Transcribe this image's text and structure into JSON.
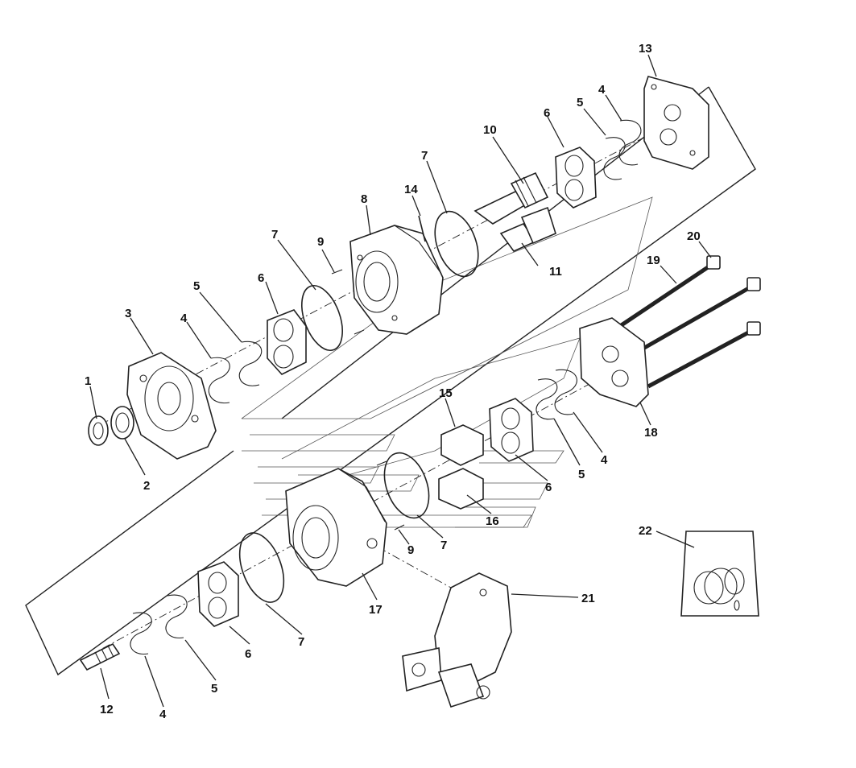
{
  "diagram": {
    "labels": {
      "l1": "1",
      "l2": "2",
      "l3": "3",
      "l4a": "4",
      "l4b": "4",
      "l4c": "4",
      "l5a": "5",
      "l5b": "5",
      "l5c": "5",
      "l5d": "5",
      "l6a": "6",
      "l6b": "6",
      "l6c": "6",
      "l6d": "6",
      "l7a": "7",
      "l7b": "7",
      "l7c": "7",
      "l7d": "7",
      "l8": "8",
      "l9a": "9",
      "l9b": "9",
      "l10": "10",
      "l11": "11",
      "l12": "12",
      "l13": "13",
      "l14": "14",
      "l15": "15",
      "l16": "16",
      "l17": "17",
      "l18": "18",
      "l19": "19",
      "l20": "20",
      "l21": "21",
      "l22": "22"
    }
  }
}
